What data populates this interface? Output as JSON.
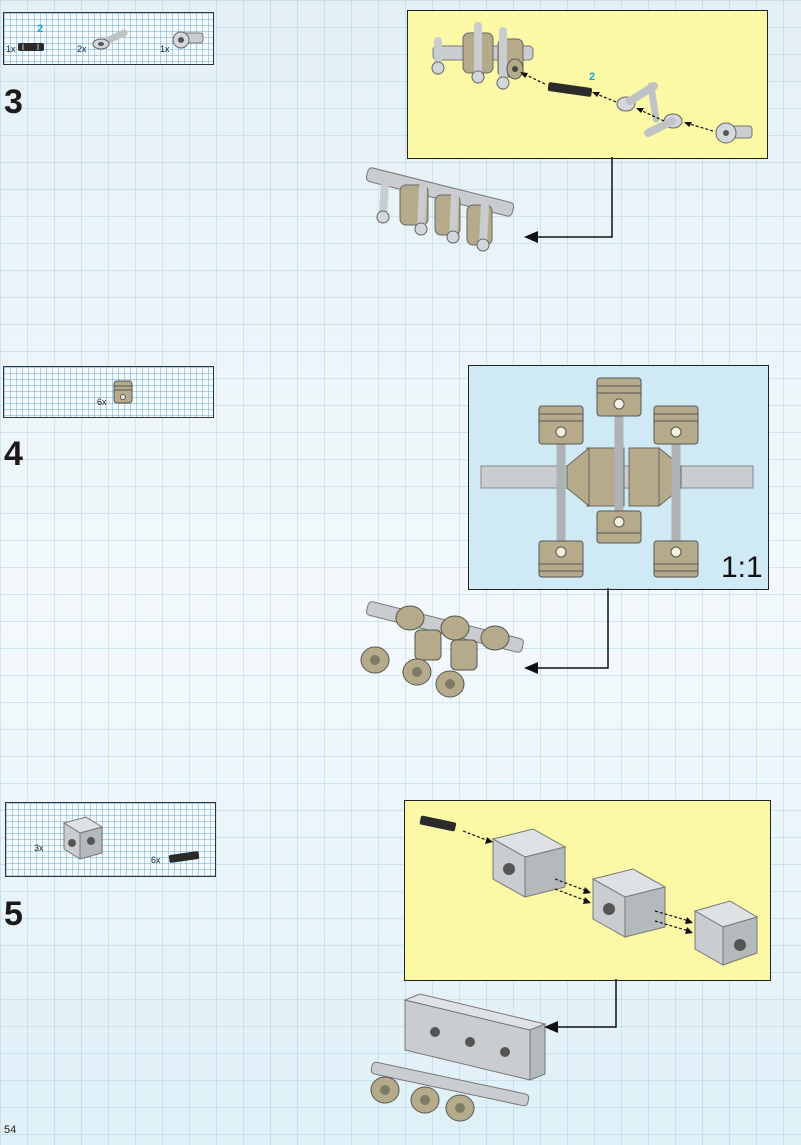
{
  "page_number": "54",
  "steps": [
    {
      "number": "3",
      "parts": [
        {
          "qty": "1x",
          "icon": "axle-joiner-icon",
          "sub": "2"
        },
        {
          "qty": "2x",
          "icon": "connector-arm-icon"
        },
        {
          "qty": "1x",
          "icon": "axle-bush-icon"
        }
      ],
      "sub_marker": "2"
    },
    {
      "number": "4",
      "parts": [
        {
          "qty": "6x",
          "icon": "piston-icon"
        }
      ],
      "scale_label": "1:1"
    },
    {
      "number": "5",
      "parts": [
        {
          "qty": "3x",
          "icon": "cylinder-block-icon"
        },
        {
          "qty": "6x",
          "icon": "axle-joiner-icon"
        }
      ]
    }
  ],
  "colors": {
    "callout_yellow": "#fbf8a6",
    "callout_blue": "#cfeaf4",
    "part_tan": "#b5ab8a",
    "part_gray": "#c9cdd0",
    "accent_blue": "#1aa0d8"
  }
}
